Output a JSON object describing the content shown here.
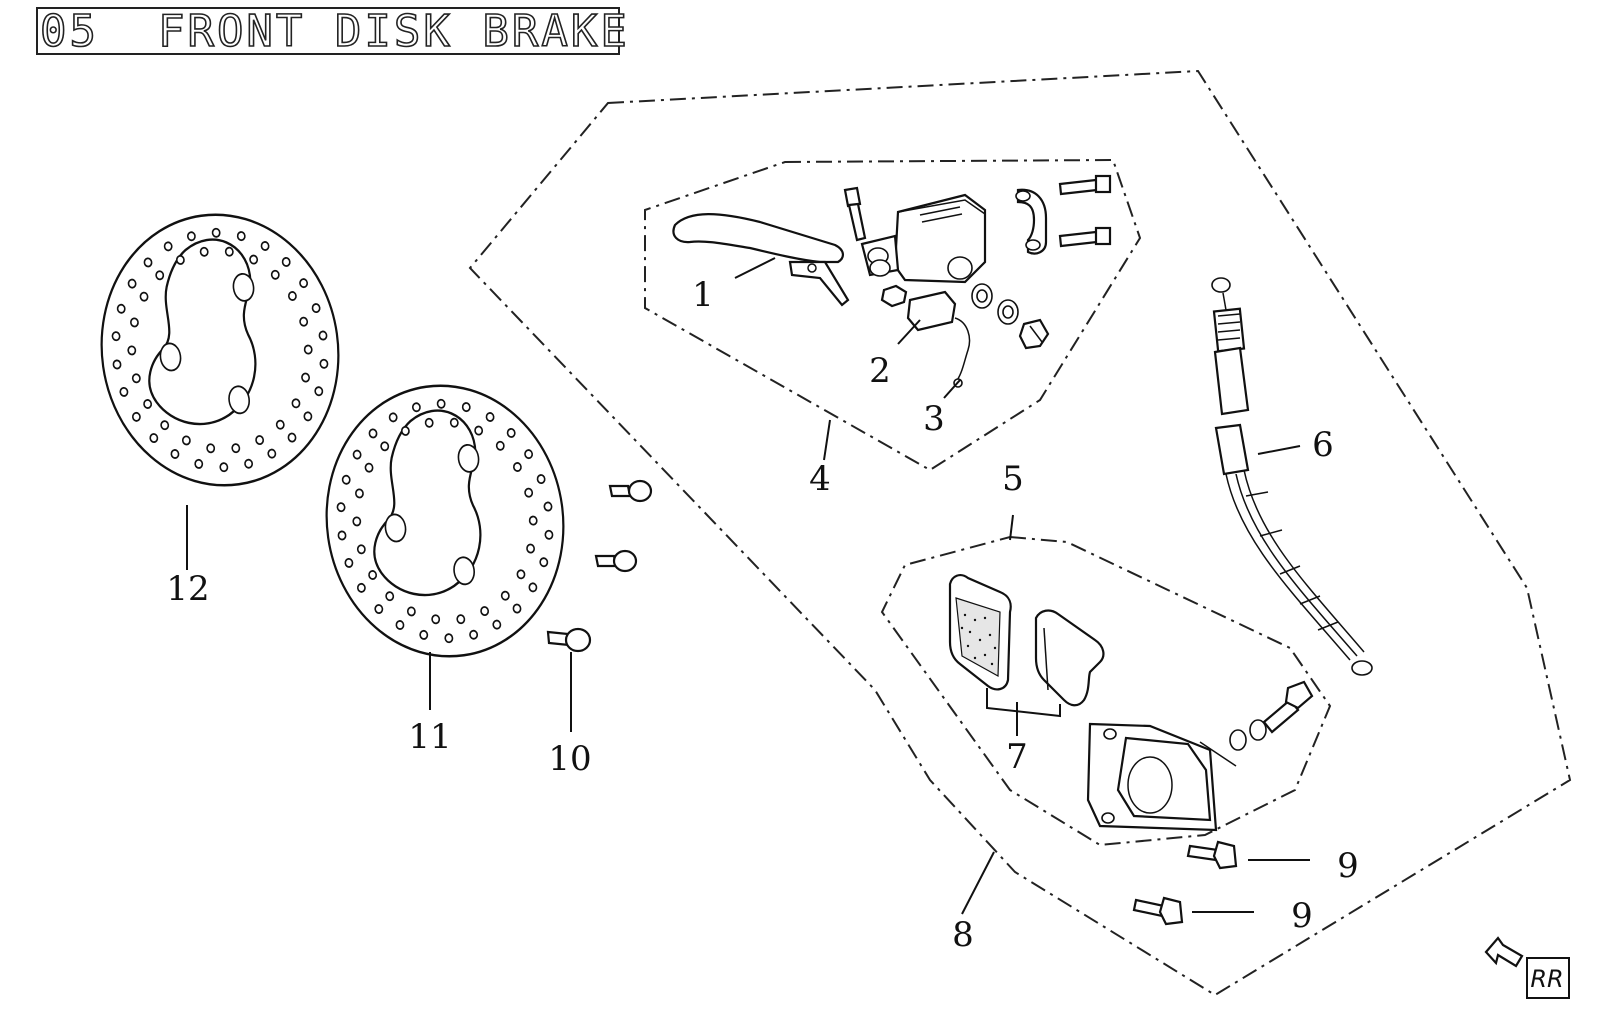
{
  "title": "05  FRONT DISK BRAKE",
  "callouts": {
    "c1": "1",
    "c2": "2",
    "c3": "3",
    "c4": "4",
    "c5": "5",
    "c6": "6",
    "c7": "7",
    "c8": "8",
    "c9a": "9",
    "c9b": "9",
    "c10": "10",
    "c11": "11",
    "c12": "12"
  },
  "direction_badge": "RR"
}
